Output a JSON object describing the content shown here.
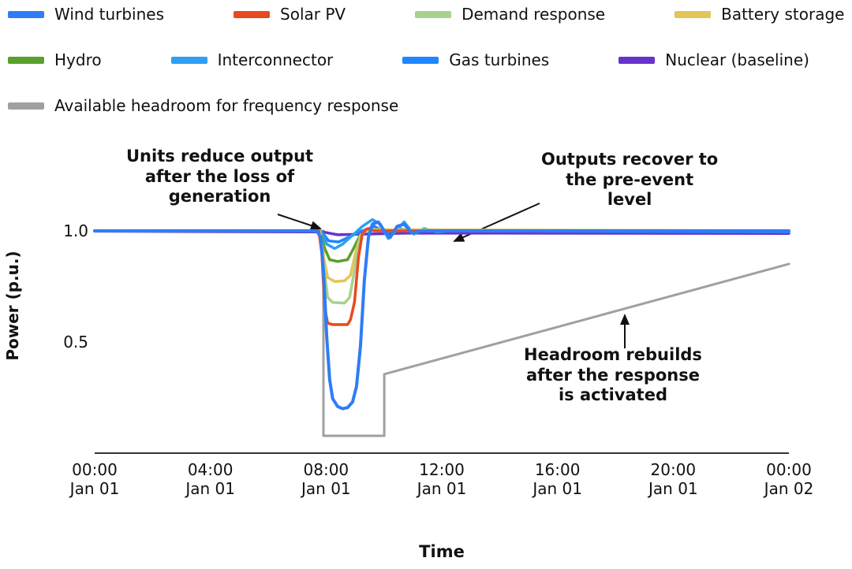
{
  "legend": {
    "items": [
      {
        "row": 0,
        "label": "Wind turbines",
        "color": "#2e7df6"
      },
      {
        "row": 0,
        "label": "Solar PV",
        "color": "#e8491f"
      },
      {
        "row": 0,
        "label": "Demand response",
        "color": "#a9d18e"
      },
      {
        "row": 0,
        "label": "Battery storage",
        "color": "#e3c558"
      },
      {
        "row": 1,
        "label": "Hydro",
        "color": "#5aa02c"
      },
      {
        "row": 1,
        "label": "Interconnector",
        "color": "#2e9ff2"
      },
      {
        "row": 1,
        "label": "Gas turbines",
        "color": "#1f86ff"
      },
      {
        "row": 1,
        "label": "Nuclear (baseline)",
        "color": "#6633cc"
      },
      {
        "row": 2,
        "label": "Available headroom for frequency response",
        "color": "#a0a0a0"
      }
    ]
  },
  "annotations": [
    {
      "lines": [
        "Units reduce output",
        "after the loss of",
        "generation"
      ]
    },
    {
      "lines": [
        "Outputs recover to",
        "the pre-event",
        "level"
      ]
    },
    {
      "lines": [
        "Headroom rebuilds",
        "after the response",
        "is activated"
      ]
    }
  ],
  "chart_data": {
    "type": "line",
    "title": "",
    "xlabel": "Time",
    "ylabel": "Power (p.u.)",
    "xlim": [
      0,
      7
    ],
    "ylim": [
      0,
      1.4
    ],
    "grid": false,
    "legend_position": "top",
    "x_ticks": [
      {
        "x": 0,
        "lines": [
          "00:00",
          "Jan 01"
        ]
      },
      {
        "x": 1.1667,
        "lines": [
          "04:00",
          "Jan 01"
        ]
      },
      {
        "x": 2.3333,
        "lines": [
          "08:00",
          "Jan 01"
        ]
      },
      {
        "x": 3.5,
        "lines": [
          "12:00",
          "Jan 01"
        ]
      },
      {
        "x": 4.6667,
        "lines": [
          "16:00",
          "Jan 01"
        ]
      },
      {
        "x": 5.8333,
        "lines": [
          "20:00",
          "Jan 01"
        ]
      },
      {
        "x": 7,
        "lines": [
          "00:00",
          "Jan 02"
        ]
      }
    ],
    "y_ticks": [
      {
        "value": 1.0,
        "label": "1.0"
      },
      {
        "value": 0.5,
        "label": "0.5"
      }
    ],
    "series": [
      {
        "name": "available-headroom",
        "color": "#a0a0a0",
        "width": 3,
        "points": [
          [
            2.307,
            1.0
          ],
          [
            2.307,
            0.078
          ],
          [
            2.92,
            0.078
          ],
          [
            2.92,
            0.355
          ],
          [
            7,
            0.851
          ]
        ]
      },
      {
        "name": "nuclear",
        "color": "#6633cc",
        "width": 3.5,
        "points": [
          [
            0,
            0.998
          ],
          [
            2.3,
            0.995
          ],
          [
            2.45,
            0.982
          ],
          [
            2.7,
            0.985
          ],
          [
            3.2,
            0.99
          ],
          [
            7,
            0.988
          ]
        ]
      },
      {
        "name": "gas-turbines",
        "color": "#1f86ff",
        "width": 3.5,
        "points": [
          [
            0,
            1.0
          ],
          [
            2.28,
            1.0
          ],
          [
            2.36,
            0.955
          ],
          [
            2.46,
            0.95
          ],
          [
            2.58,
            0.975
          ],
          [
            2.7,
            1.0
          ],
          [
            2.82,
            1.02
          ],
          [
            2.94,
            0.99
          ],
          [
            3.06,
            1.01
          ],
          [
            3.2,
            1.0
          ],
          [
            7,
            0.995
          ]
        ]
      },
      {
        "name": "interconnector",
        "color": "#2e9ff2",
        "width": 3.5,
        "points": [
          [
            0,
            1.0
          ],
          [
            2.28,
            1.0
          ],
          [
            2.34,
            0.94
          ],
          [
            2.42,
            0.92
          ],
          [
            2.5,
            0.94
          ],
          [
            2.6,
            0.98
          ],
          [
            2.7,
            1.02
          ],
          [
            2.8,
            1.05
          ],
          [
            2.88,
            1.03
          ],
          [
            2.96,
            0.965
          ],
          [
            3.04,
            1.0
          ],
          [
            3.12,
            1.04
          ],
          [
            3.22,
            0.985
          ],
          [
            3.32,
            1.01
          ],
          [
            3.45,
            0.995
          ],
          [
            3.6,
            1.0
          ],
          [
            7,
            1.0
          ]
        ]
      },
      {
        "name": "hydro",
        "color": "#5aa02c",
        "width": 3.5,
        "points": [
          [
            0,
            1.0
          ],
          [
            2.27,
            1.0
          ],
          [
            2.32,
            0.92
          ],
          [
            2.37,
            0.87
          ],
          [
            2.45,
            0.862
          ],
          [
            2.55,
            0.87
          ],
          [
            2.61,
            0.92
          ],
          [
            2.67,
            0.975
          ],
          [
            2.73,
            1.0
          ],
          [
            7,
            1.0
          ]
        ]
      },
      {
        "name": "battery-storage",
        "color": "#e3c558",
        "width": 3.5,
        "points": [
          [
            0,
            1.0
          ],
          [
            2.27,
            1.0
          ],
          [
            2.31,
            0.88
          ],
          [
            2.35,
            0.79
          ],
          [
            2.42,
            0.772
          ],
          [
            2.52,
            0.775
          ],
          [
            2.58,
            0.8
          ],
          [
            2.63,
            0.9
          ],
          [
            2.68,
            0.98
          ],
          [
            2.74,
            1.005
          ],
          [
            7,
            1.0
          ]
        ]
      },
      {
        "name": "demand-response",
        "color": "#a9d18e",
        "width": 3.5,
        "points": [
          [
            0,
            1.0
          ],
          [
            2.27,
            1.0
          ],
          [
            2.31,
            0.84
          ],
          [
            2.35,
            0.7
          ],
          [
            2.4,
            0.678
          ],
          [
            2.52,
            0.675
          ],
          [
            2.57,
            0.7
          ],
          [
            2.62,
            0.82
          ],
          [
            2.67,
            0.96
          ],
          [
            2.72,
            1.0
          ],
          [
            7,
            1.0
          ]
        ]
      },
      {
        "name": "solar-pv",
        "color": "#e8491f",
        "width": 3.5,
        "points": [
          [
            0,
            1.0
          ],
          [
            2.26,
            1.0
          ],
          [
            2.29,
            0.9
          ],
          [
            2.32,
            0.65
          ],
          [
            2.35,
            0.585
          ],
          [
            2.4,
            0.578
          ],
          [
            2.55,
            0.578
          ],
          [
            2.58,
            0.6
          ],
          [
            2.62,
            0.68
          ],
          [
            2.66,
            0.88
          ],
          [
            2.7,
            0.99
          ],
          [
            2.75,
            1.01
          ],
          [
            2.82,
            1.0
          ],
          [
            7,
            1.0
          ]
        ]
      },
      {
        "name": "wind-turbines",
        "color": "#2e7df6",
        "width": 4,
        "points": [
          [
            0,
            1.0
          ],
          [
            2.24,
            1.0
          ],
          [
            2.28,
            0.97
          ],
          [
            2.31,
            0.8
          ],
          [
            2.34,
            0.52
          ],
          [
            2.37,
            0.33
          ],
          [
            2.4,
            0.245
          ],
          [
            2.45,
            0.21
          ],
          [
            2.5,
            0.2
          ],
          [
            2.55,
            0.205
          ],
          [
            2.6,
            0.23
          ],
          [
            2.64,
            0.3
          ],
          [
            2.68,
            0.48
          ],
          [
            2.72,
            0.78
          ],
          [
            2.76,
            0.97
          ],
          [
            2.8,
            1.03
          ],
          [
            2.86,
            1.04
          ],
          [
            2.92,
            1.0
          ],
          [
            2.98,
            0.97
          ],
          [
            3.05,
            1.02
          ],
          [
            3.12,
            1.03
          ],
          [
            3.2,
            0.99
          ],
          [
            3.3,
            1.0
          ],
          [
            3.45,
            1.0
          ],
          [
            7,
            1.0
          ]
        ]
      }
    ]
  }
}
